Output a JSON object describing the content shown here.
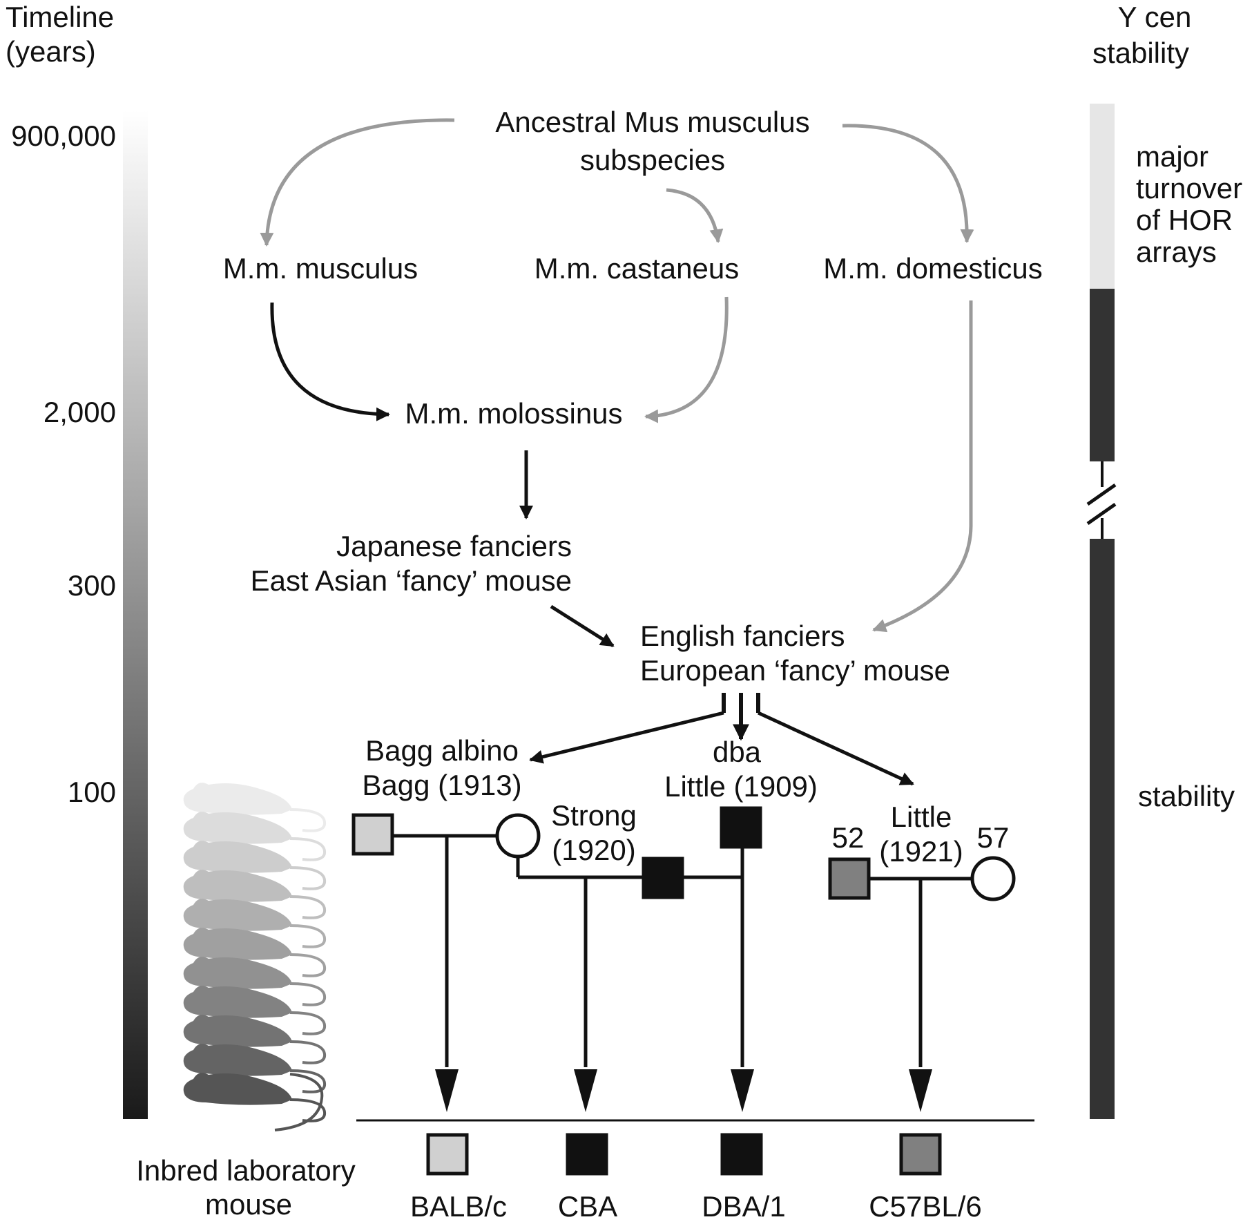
{
  "timeline": {
    "title": [
      "Timeline",
      "(years)"
    ],
    "ticks": [
      "900,000",
      "2,000",
      "300",
      "100"
    ]
  },
  "ycen": {
    "title": [
      "Y cen",
      "stability"
    ],
    "major_label": [
      "major",
      "turnover",
      "of HOR",
      "arrays"
    ],
    "stability_label": "stability"
  },
  "nodes": {
    "ancestral": [
      "Ancestral Mus musculus",
      "subspecies"
    ],
    "musculus": "M.m. musculus",
    "castaneus": "M.m. castaneus",
    "domesticus": "M.m. domesticus",
    "molossinus": "M.m. molossinus",
    "japanese": [
      "Japanese fanciers",
      "East Asian ‘fancy’ mouse"
    ],
    "english": [
      "English fanciers",
      "European ‘fancy’ mouse"
    ]
  },
  "pedigrees": {
    "bagg": [
      "Bagg albino",
      "Bagg (1913)"
    ],
    "dba": [
      "dba",
      "Little (1909)"
    ],
    "strong": [
      "Strong",
      "(1920)"
    ],
    "little": [
      "Little",
      "(1921)"
    ],
    "num52": "52",
    "num57": "57"
  },
  "bottom": {
    "inbred_label": [
      "Inbred laboratory",
      "mouse"
    ],
    "strains": [
      "BALB/c",
      "CBA",
      "DBA/1",
      "C57BL/6"
    ]
  },
  "colors": {
    "black_arrow": "#111111",
    "gray_arrow": "#9a9a9a",
    "light_fill": "#d0d0d0",
    "mid_fill": "#808080",
    "dark_fill": "#111111",
    "stability_bar": "#333333",
    "turnover_bar": "#e6e6e6"
  }
}
